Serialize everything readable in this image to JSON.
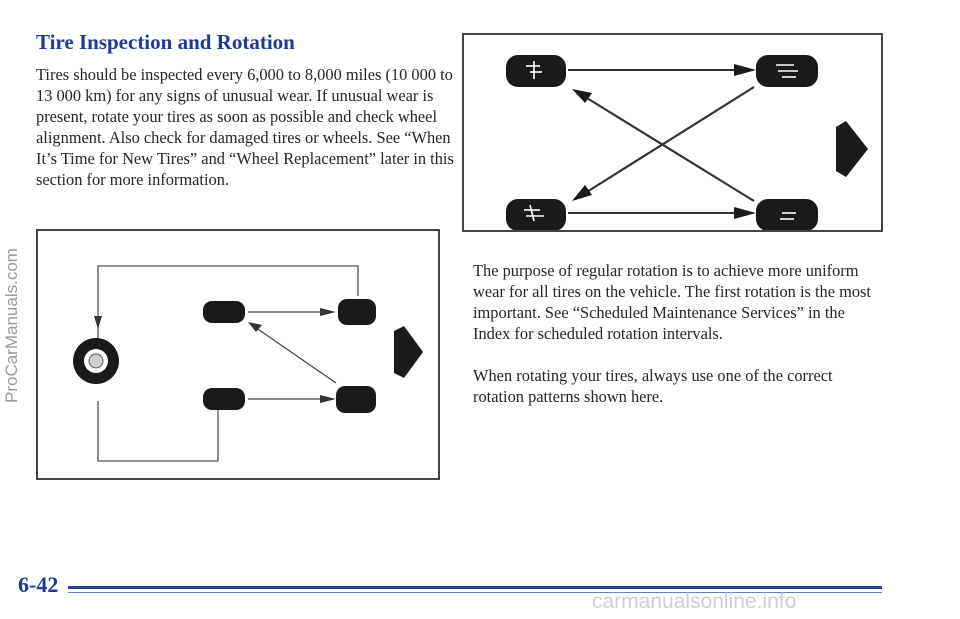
{
  "page": {
    "heading": "Tire Inspection and Rotation",
    "intro": "Tires should be inspected every 6,000 to 8,000 miles (10 000 to 13 000 km) for any signs of unusual wear. If unusual wear is present, rotate your tires as soon as possible and check wheel alignment. Also check for damaged tires or wheels. See “When It’s Time for New Tires” and “Wheel Replacement” later in this section for more information.",
    "purpose": "The purpose of regular rotation is to achieve more uniform wear for all tires on the vehicle. The first rotation is the most important. See “Scheduled Maintenance Services” in the Index for scheduled rotation intervals.",
    "rotate": "When rotating your tires, always use one of the correct rotation patterns shown here.",
    "page_number": "6-42"
  },
  "watermarks": {
    "side": "ProCarManuals.com",
    "bottom": "carmanualsonline.info"
  }
}
